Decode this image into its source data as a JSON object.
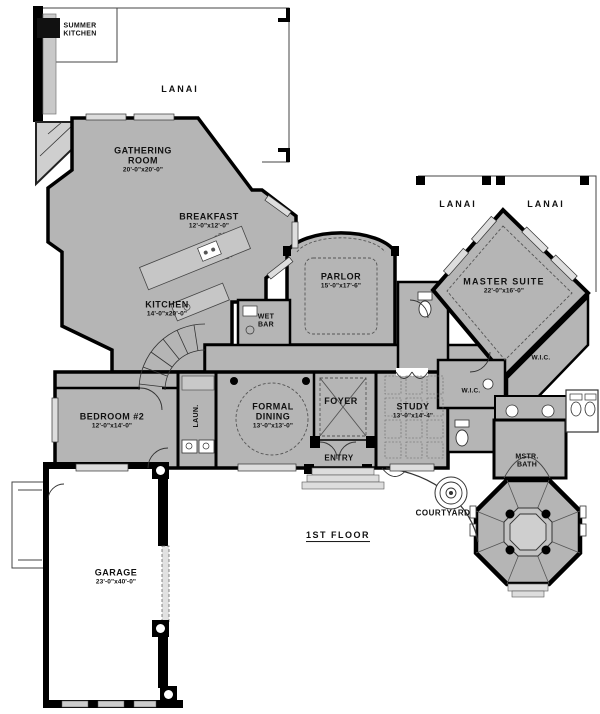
{
  "plan": {
    "floor_title": "1ST FLOOR",
    "colors": {
      "floor_fill": "#b5b5b5",
      "wall": "#000000",
      "outdoor": "#ffffff",
      "detail_light": "#dddddd"
    },
    "rooms": [
      {
        "name": "SUMMER KITCHEN",
        "dims": ""
      },
      {
        "name": "LANAI",
        "dims": ""
      },
      {
        "name": "GATHERING ROOM",
        "dims": "20'-0\"x20'-0\""
      },
      {
        "name": "BREAKFAST",
        "dims": "12'-0\"x12'-0\""
      },
      {
        "name": "KITCHEN",
        "dims": "14'-0\"x20'-0\""
      },
      {
        "name": "WET BAR",
        "dims": ""
      },
      {
        "name": "PARLOR",
        "dims": "15'-0\"x17'-6\""
      },
      {
        "name": "LANAI",
        "dims": ""
      },
      {
        "name": "LANAI",
        "dims": ""
      },
      {
        "name": "MASTER SUITE",
        "dims": "22'-0\"x16'-0\""
      },
      {
        "name": "W.I.C.",
        "dims": ""
      },
      {
        "name": "W.I.C.",
        "dims": ""
      },
      {
        "name": "BEDROOM #2",
        "dims": "12'-0\"x14'-0\""
      },
      {
        "name": "LAUN.",
        "dims": ""
      },
      {
        "name": "FORMAL DINING",
        "dims": "13'-0\"x13'-0\""
      },
      {
        "name": "FOYER",
        "dims": ""
      },
      {
        "name": "STUDY",
        "dims": "13'-0\"x14'-4\""
      },
      {
        "name": "ENTRY",
        "dims": ""
      },
      {
        "name": "MSTR. BATH",
        "dims": ""
      },
      {
        "name": "COURTYARD",
        "dims": ""
      },
      {
        "name": "GARAGE",
        "dims": "23'-0\"x40'-0\""
      }
    ]
  }
}
